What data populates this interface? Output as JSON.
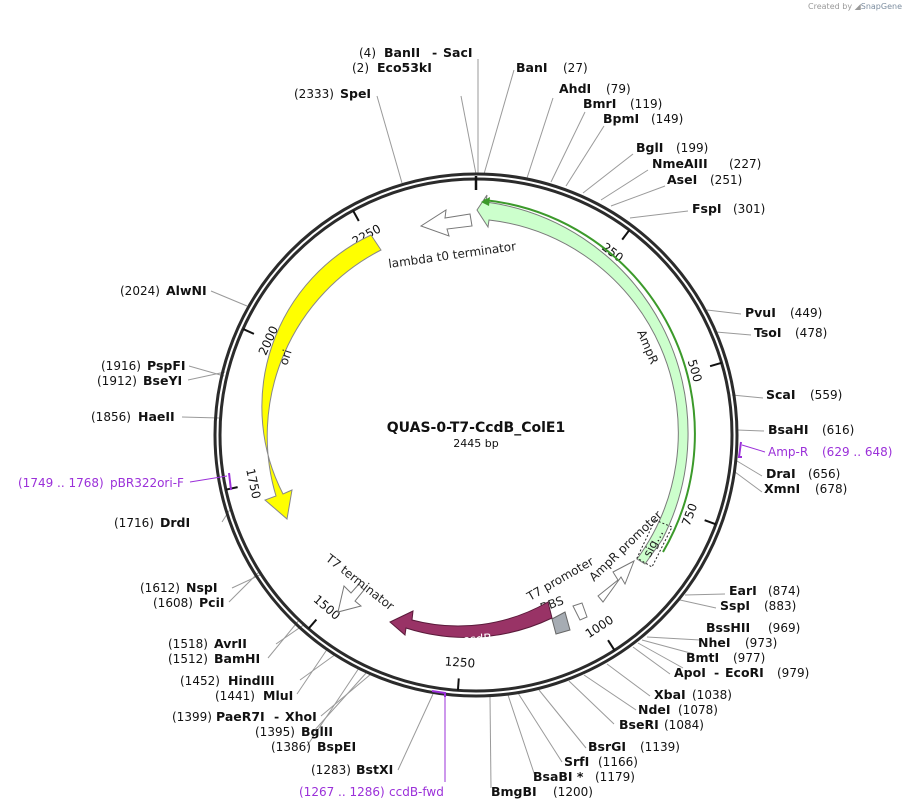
{
  "credit": {
    "prefix": "Created by",
    "brand": "SnapGene"
  },
  "plasmid": {
    "name": "QUAS-0-T7-CcdB_ColE1",
    "length_label": "2445 bp",
    "length": 2445
  },
  "tick_labels": [
    "250",
    "500",
    "750",
    "1000",
    "1250",
    "1500",
    "1750",
    "2000",
    "2250"
  ],
  "features": [
    {
      "id": "ampr",
      "label": "AmpR",
      "type": "CDS",
      "color": "#ccffcc"
    },
    {
      "id": "sig",
      "label": "sig…",
      "type": "signal",
      "color": "#ccffcc"
    },
    {
      "id": "ampr-promoter",
      "label": "AmpR promoter",
      "type": "promoter",
      "color": "#ffffff"
    },
    {
      "id": "t7-promoter",
      "label": "T7 promoter",
      "type": "promoter",
      "color": "#ffffff"
    },
    {
      "id": "rbs",
      "label": "RBS",
      "type": "RBS",
      "color": "#a6acb3"
    },
    {
      "id": "ccdb",
      "label": "ccdB",
      "type": "CDS",
      "color": "#993366"
    },
    {
      "id": "t7-terminator",
      "label": "T7 terminator",
      "type": "terminator",
      "color": "#ffffff"
    },
    {
      "id": "ori",
      "label": "ori",
      "type": "rep_origin",
      "color": "#ffff00"
    },
    {
      "id": "lambda-t0",
      "label": "lambda t0 terminator",
      "type": "terminator",
      "color": "#ffffff"
    }
  ],
  "primers": [
    {
      "id": "amp-r",
      "name": "Amp-R",
      "range": "(629 .. 648)"
    },
    {
      "id": "pbr322ori-f",
      "name": "pBR322ori-F",
      "range": "(1749 .. 1768)"
    },
    {
      "id": "ccdb-fwd",
      "name": "ccdB-fwd",
      "range": "(1267 .. 1286)"
    }
  ],
  "enzymes": [
    {
      "name": "BanII",
      "pos": "(4)",
      "name2": "SacI"
    },
    {
      "name": "Eco53kI",
      "pos": "(2)"
    },
    {
      "name": "BanI",
      "pos": "(27)"
    },
    {
      "name": "AhdI",
      "pos": "(79)"
    },
    {
      "name": "BmrI",
      "pos": "(119)"
    },
    {
      "name": "BpmI",
      "pos": "(149)"
    },
    {
      "name": "BglI",
      "pos": "(199)"
    },
    {
      "name": "NmeAIII",
      "pos": "(227)"
    },
    {
      "name": "AseI",
      "pos": "(251)"
    },
    {
      "name": "FspI",
      "pos": "(301)"
    },
    {
      "name": "PvuI",
      "pos": "(449)"
    },
    {
      "name": "TsoI",
      "pos": "(478)"
    },
    {
      "name": "ScaI",
      "pos": "(559)"
    },
    {
      "name": "BsaHI",
      "pos": "(616)"
    },
    {
      "name": "DraI",
      "pos": "(656)"
    },
    {
      "name": "XmnI",
      "pos": "(678)"
    },
    {
      "name": "EarI",
      "pos": "(874)"
    },
    {
      "name": "SspI",
      "pos": "(883)"
    },
    {
      "name": "BssHII",
      "pos": "(969)"
    },
    {
      "name": "NheI",
      "pos": "(973)"
    },
    {
      "name": "BmtI",
      "pos": "(977)"
    },
    {
      "name": "ApoI",
      "pos": "(979)",
      "name2": "EcoRI"
    },
    {
      "name": "XbaI",
      "pos": "(1038)"
    },
    {
      "name": "NdeI",
      "pos": "(1078)"
    },
    {
      "name": "BseRI",
      "pos": "(1084)"
    },
    {
      "name": "BsrGI",
      "pos": "(1139)"
    },
    {
      "name": "SrfI",
      "pos": "(1166)"
    },
    {
      "name": "BsaBI *",
      "pos": "(1179)"
    },
    {
      "name": "BmgBI",
      "pos": "(1200)"
    },
    {
      "name": "BstXI",
      "pos": "(1283)"
    },
    {
      "name": "PaeR7I",
      "pos": "(1399)",
      "name2": "XhoI"
    },
    {
      "name": "BglII",
      "pos": "(1395)"
    },
    {
      "name": "BspEI",
      "pos": "(1386)"
    },
    {
      "name": "HindIII",
      "pos": "(1452)"
    },
    {
      "name": "MluI",
      "pos": "(1441)"
    },
    {
      "name": "AvrII",
      "pos": "(1518)"
    },
    {
      "name": "BamHI",
      "pos": "(1512)"
    },
    {
      "name": "NspI",
      "pos": "(1612)"
    },
    {
      "name": "PciI",
      "pos": "(1608)"
    },
    {
      "name": "DrdI",
      "pos": "(1716)"
    },
    {
      "name": "HaeII",
      "pos": "(1856)"
    },
    {
      "name": "PspFI",
      "pos": "(1916)"
    },
    {
      "name": "BseYI",
      "pos": "(1912)"
    },
    {
      "name": "AlwNI",
      "pos": "(2024)"
    },
    {
      "name": "SpeI",
      "pos": "(2333)"
    }
  ]
}
